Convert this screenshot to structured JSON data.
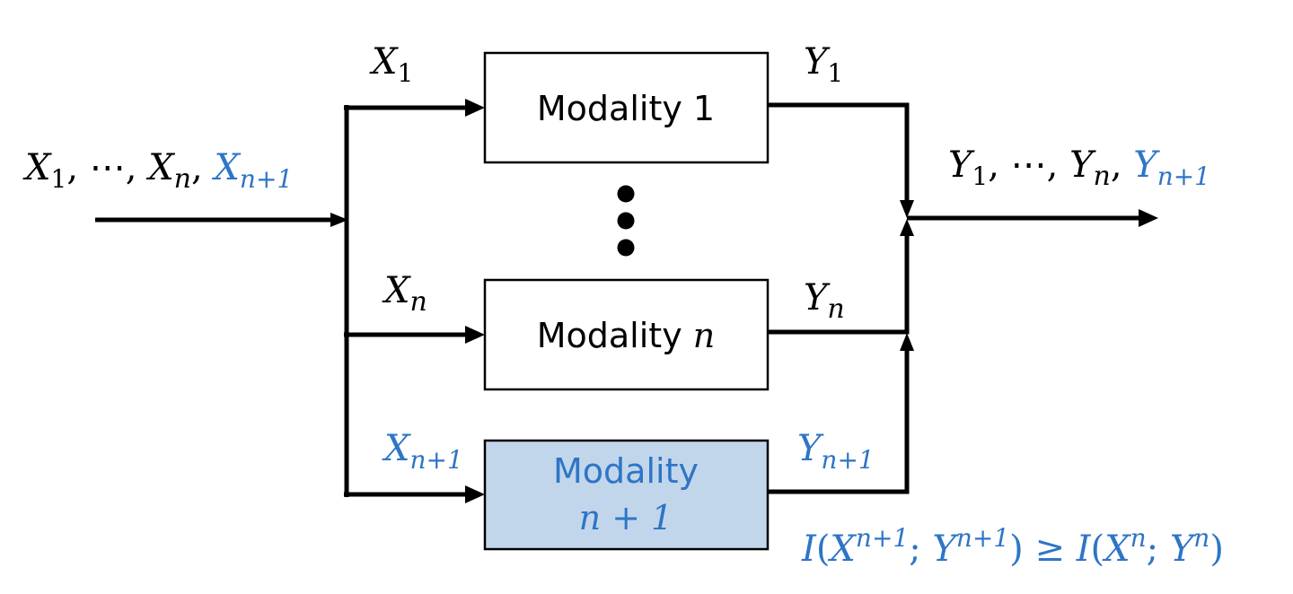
{
  "diagram": {
    "colors": {
      "line": "#000000",
      "highlight_text": "#2e75c6",
      "highlight_fill": "#c2d6eb",
      "box_fill": "#ffffff"
    },
    "input_label": {
      "parts": [
        {
          "base": "X",
          "sub": "1",
          "sep": ", ",
          "highlight": false
        },
        {
          "base": "⋯",
          "sub": "",
          "sep": ", ",
          "highlight": false
        },
        {
          "base": "X",
          "sub": "n",
          "sep": ", ",
          "highlight": false
        },
        {
          "base": "X",
          "sub": "n+1",
          "sep": "",
          "highlight": true
        }
      ]
    },
    "output_label": {
      "parts": [
        {
          "base": "Y",
          "sub": "1",
          "sep": ", ",
          "highlight": false
        },
        {
          "base": "⋯",
          "sub": "",
          "sep": ", ",
          "highlight": false
        },
        {
          "base": "Y",
          "sub": "n",
          "sep": ", ",
          "highlight": false
        },
        {
          "base": "Y",
          "sub": "n+1",
          "sep": "",
          "highlight": true
        }
      ]
    },
    "modalities": [
      {
        "name": "Modality 1",
        "line1": "Modality 1",
        "line2": "",
        "input": {
          "base": "X",
          "sub": "1"
        },
        "output": {
          "base": "Y",
          "sub": "1"
        },
        "highlight": false
      },
      {
        "name": "Modality n",
        "line1": "Modality ",
        "line1_math": "n",
        "line2": "",
        "input": {
          "base": "X",
          "sub": "n"
        },
        "output": {
          "base": "Y",
          "sub": "n"
        },
        "highlight": false
      },
      {
        "name": "Modality n+1",
        "line1": "Modality",
        "line2": "n + 1",
        "input": {
          "base": "X",
          "sub": "n+1"
        },
        "output": {
          "base": "Y",
          "sub": "n+1"
        },
        "highlight": true
      }
    ],
    "ellipsis": "vertical-dots",
    "inequality": {
      "lhs": {
        "fn": "I",
        "x": "X",
        "xsup": "n+1",
        "y": "Y",
        "ysup": "n+1"
      },
      "op": "≥",
      "rhs": {
        "fn": "I",
        "x": "X",
        "xsup": "n",
        "y": "Y",
        "ysup": "n"
      }
    }
  }
}
